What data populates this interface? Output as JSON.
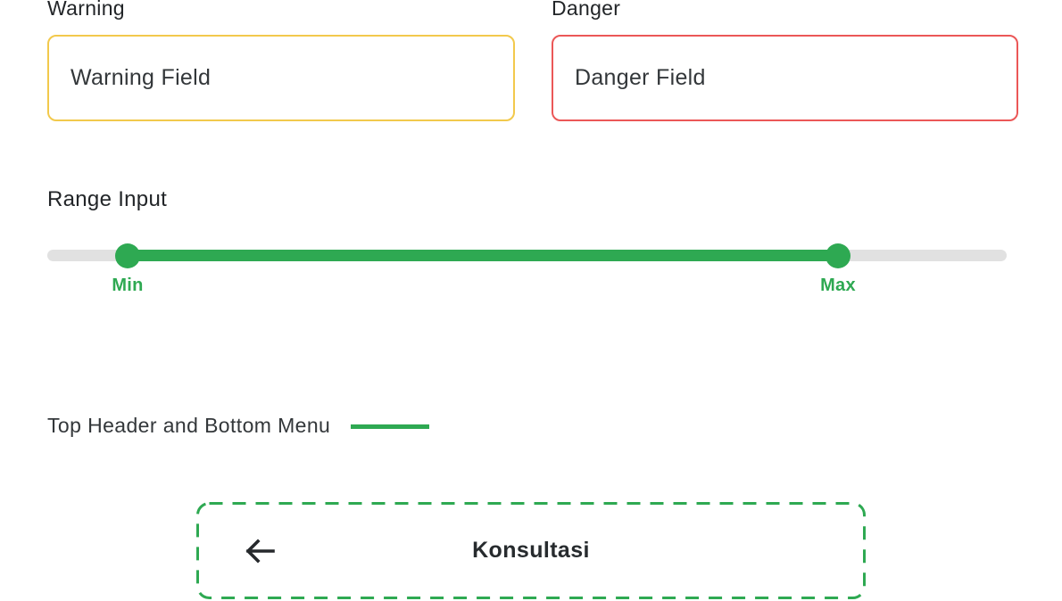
{
  "colors": {
    "warning": "#f2c94c",
    "danger": "#eb5757",
    "success_green": "#2ea952",
    "track_gray": "#e1e1e1",
    "text_dark": "#222528"
  },
  "fields": {
    "warning": {
      "label": "Warning",
      "value": "Warning Field"
    },
    "danger": {
      "label": "Danger",
      "value": "Danger Field"
    }
  },
  "range": {
    "label": "Range Input",
    "min_label": "Min",
    "max_label": "Max"
  },
  "section": {
    "heading": "Top Header and Bottom Menu"
  },
  "bottom_menu": {
    "button_label": "Konsultasi",
    "icon": "arrow-left-icon"
  }
}
